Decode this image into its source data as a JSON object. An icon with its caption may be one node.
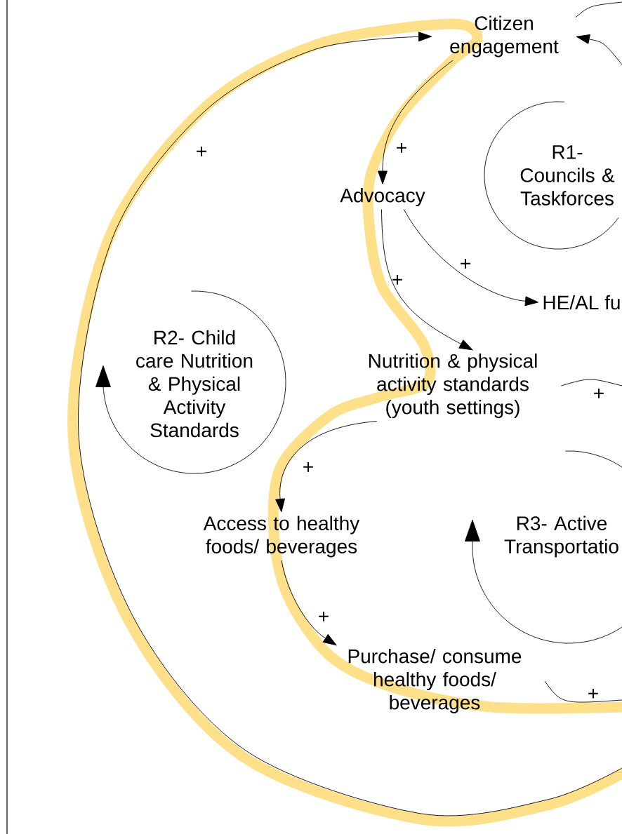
{
  "diagram": {
    "nodes": [
      {
        "text": [
          "Citizen engagement"
        ]
      },
      {
        "text": [
          "Advocacy"
        ]
      },
      {
        "text": [
          "HE/AL fu"
        ]
      },
      {
        "text": [
          "Nutrition & physical activity standards (youth settings)"
        ]
      },
      {
        "text": [
          "Access to healthy foods/ beverages"
        ]
      },
      {
        "text": [
          "Purchase/ consume healthy foods/ beverages"
        ]
      }
    ],
    "edges": [
      {
        "from": 0,
        "to": 1,
        "arrow": "to",
        "label": "+"
      },
      {
        "from": 1,
        "to": 2,
        "arrow": "to",
        "label": "+"
      },
      {
        "from": 1,
        "to": 3,
        "arrow": "to",
        "label": "+"
      },
      {
        "from": 3,
        "to": 4,
        "arrow": "to",
        "label": "+"
      },
      {
        "from": 4,
        "to": 5,
        "arrow": "to",
        "label": "+"
      },
      {
        "from": null,
        "to": 0,
        "arrow": "to",
        "label": "+"
      },
      {
        "from": 5,
        "to": null,
        "arrow": "none",
        "label": "+"
      },
      {
        "from": 3,
        "to": null,
        "arrow": "none",
        "label": "+"
      },
      {
        "from": null,
        "to": 0,
        "arrow": "to"
      },
      {
        "from": 0,
        "to": null,
        "arrow": "none"
      }
    ],
    "labels": [
      "R1- Councils & Taskforces",
      "R2- Child care Nutrition & Physical Activity Standards",
      "R3- Active Transportatio"
    ]
  }
}
